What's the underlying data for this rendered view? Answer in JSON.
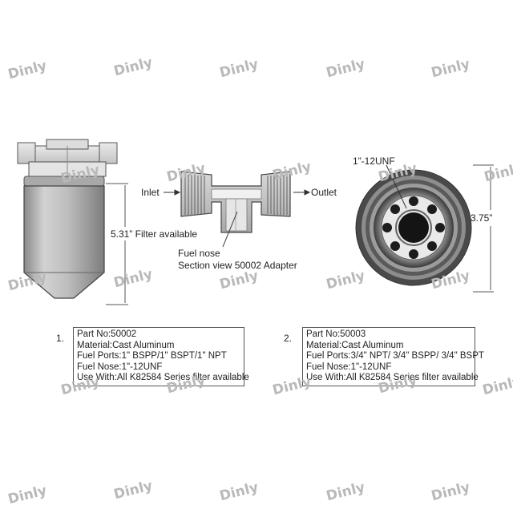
{
  "watermark": "Dinly",
  "filter": {
    "dimension_label": "5.31” Filter available"
  },
  "adapter": {
    "inlet_label": "Inlet",
    "outlet_label": "Outlet",
    "fuel_nose_label": "Fuel nose",
    "section_label": "Section view 50002 Adapter"
  },
  "end_view": {
    "thread_label": "1”-12UNF",
    "diameter_label": "3.75”"
  },
  "specs": [
    {
      "index": "1.",
      "part_no": "Part No:50002",
      "material": "Material:Cast Aluminum",
      "fuel_ports": "Fuel Ports:1\" BSPP/1\" BSPT/1\" NPT",
      "fuel_nose": "Fuel Nose:1\"-12UNF",
      "use_with": "Use With:All K82584 Series filter available"
    },
    {
      "index": "2.",
      "part_no": "Part No:50003",
      "material": "Material:Cast Aluminum",
      "fuel_ports": "Fuel Ports:3/4\" NPT/ 3/4\" BSPP/ 3/4\" BSPT",
      "fuel_nose": "Fuel Nose:1\"-12UNF",
      "use_with": "Use With:All K82584 Series filter available"
    }
  ]
}
